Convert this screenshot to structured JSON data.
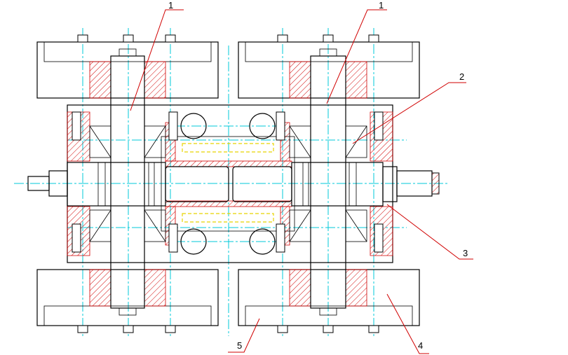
{
  "callouts": [
    {
      "id": "part-1-left",
      "text": "1"
    },
    {
      "id": "part-1-right",
      "text": "1"
    },
    {
      "id": "part-2",
      "text": "2"
    },
    {
      "id": "part-3",
      "text": "3"
    },
    {
      "id": "part-4",
      "text": "4"
    },
    {
      "id": "part-5",
      "text": "5"
    }
  ],
  "colors": {
    "outline": "#000000",
    "centerline": "#00c8d8",
    "hatch": "#d00000",
    "hidden_line": "#e8d400",
    "leader": "#d00000"
  }
}
